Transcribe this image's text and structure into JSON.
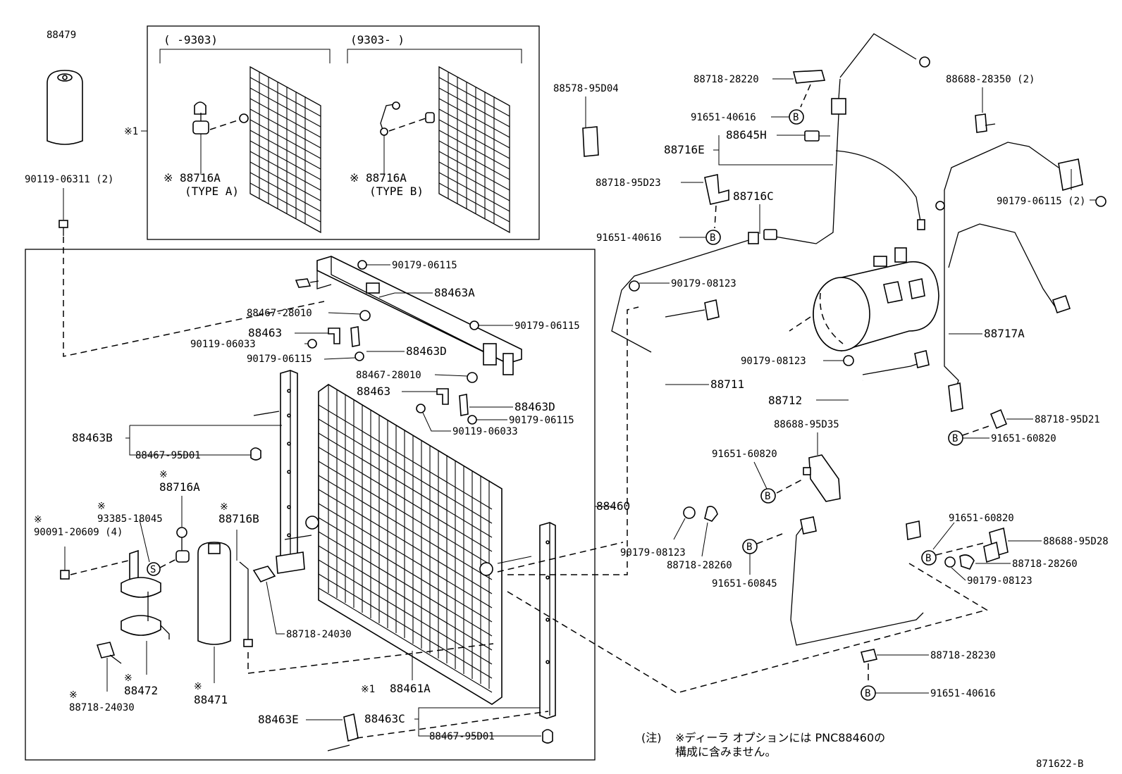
{
  "inset": {
    "range_left": "(     -9303)",
    "range_right": "(9303-      )",
    "ref_marker": "※1",
    "type_a_part": "※ 88716A",
    "type_a_label": "(TYPE A)",
    "type_b_part": "※ 88716A",
    "type_b_label": "(TYPE B)"
  },
  "clip_symbol": "B",
  "seal_symbol": "S",
  "parts": {
    "p88479": "88479",
    "p90119_06311": "90119-06311 (2)",
    "p88463A": "88463A",
    "p90179_06115_a": "90179-06115",
    "p90179_06115_b": "90179-06115",
    "p88467_28010_a": "88467-28010",
    "p88463_a": "88463",
    "p90119_06033_a": "90119-06033",
    "p90179_06115_c": "90179-06115",
    "p88463D_a": "88463D",
    "p88467_28010_b": "88467-28010",
    "p88463_b": "88463",
    "p88463D_b": "88463D",
    "p90179_06115_d": "90179-06115",
    "p90119_06033_b": "90119-06033",
    "p88463B": "88463B",
    "p88467_95D01_a": "88467-95D01",
    "p88716A_star": "※",
    "p88716A": "88716A",
    "p93385_star": "※",
    "p93385_18045": "93385-18045",
    "p90091_star": "※",
    "p90091_20609": "90091-20609 (4)",
    "p88716B_star": "※",
    "p88716B": "88716B",
    "p88718_24030_a": "88718-24030",
    "p88472_star": "※",
    "p88472": "88472",
    "p88471_star": "※",
    "p88471": "88471",
    "p88718_24030_b_star": "※",
    "p88718_24030_b": "88718-24030",
    "p88461A_ref": "※1",
    "p88461A": "88461A",
    "p88463E": "88463E",
    "p88463C": "88463C",
    "p88467_95D01_b": "88467-95D01",
    "p88460": "88460",
    "p88578_95D04": "88578-95D04",
    "p88718_28220": "88718-28220",
    "p91651_40616_a": "91651-40616",
    "p88645H": "88645H",
    "p88716E": "88716E",
    "p88718_95D23": "88718-95D23",
    "p88716C": "88716C",
    "p91651_40616_b": "91651-40616",
    "p88688_28350": "88688-28350 (2)",
    "p90179_06115_e": "90179-06115 (2)",
    "p90179_08123_a": "90179-08123",
    "p88717A": "88717A",
    "p90179_08123_b": "90179-08123",
    "p88711": "88711",
    "p88712": "88712",
    "p88688_95D35": "88688-95D35",
    "p91651_60820_a": "91651-60820",
    "p88718_95D21": "88718-95D21",
    "p91651_60820_b": "91651-60820",
    "p90179_08123_c": "90179-08123",
    "p88718_28260_a": "88718-28260",
    "p91651_60845": "91651-60845",
    "p91651_60820_c": "91651-60820",
    "p88688_95D28": "88688-95D28",
    "p88718_28260_b": "88718-28260",
    "p90179_08123_d": "90179-08123",
    "p88718_28230": "88718-28230",
    "p91651_40616_c": "91651-40616"
  },
  "note": {
    "prefix": "(注)",
    "line1": "※ディーラ オプションには  PNC88460の",
    "line2": "構成に含みません。"
  },
  "figure_id": "871622-B"
}
